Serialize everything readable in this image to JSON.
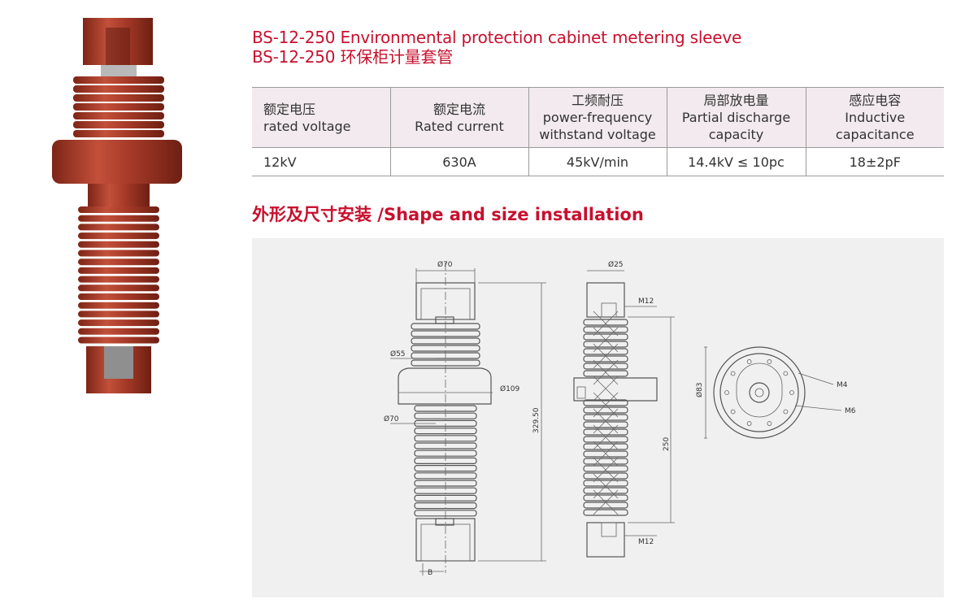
{
  "title": {
    "english": "BS-12-250 Environmental protection cabinet metering sleeve",
    "chinese": "BS-12-250 环保柜计量套管"
  },
  "table": {
    "headers": [
      {
        "zh": "额定电压",
        "en": "rated voltage"
      },
      {
        "zh": "额定电流",
        "en": "Rated current"
      },
      {
        "zh": "工频耐压",
        "en": "power-frequency withstand voltage"
      },
      {
        "zh": "局部放电量",
        "en": "Partial discharge capacity"
      },
      {
        "zh": "感应电容",
        "en": "Inductive capacitance"
      }
    ],
    "rows": [
      [
        "12kV",
        "630A",
        "45kV/min",
        "14.4kV ≤ 10pc",
        "18±2pF"
      ]
    ]
  },
  "section_heading": "外形及尺寸安装 /Shape and size installation",
  "drawing": {
    "front": {
      "top_dia": "Ø70",
      "shed_dia": "Ø55",
      "flange_dia": "Ø109",
      "lower_dia": "Ø70",
      "height": "329.50",
      "bottom_label": "B"
    },
    "section": {
      "top_dia": "Ø25",
      "thread_top": "M12",
      "thread_bottom": "M12",
      "length": "250"
    },
    "end": {
      "dia": "Ø83",
      "thread_a": "M4",
      "thread_b": "M6"
    }
  },
  "colors": {
    "accent": "#c8102e",
    "header_bg": "#f2eaee",
    "insulator": "#a63a28"
  }
}
